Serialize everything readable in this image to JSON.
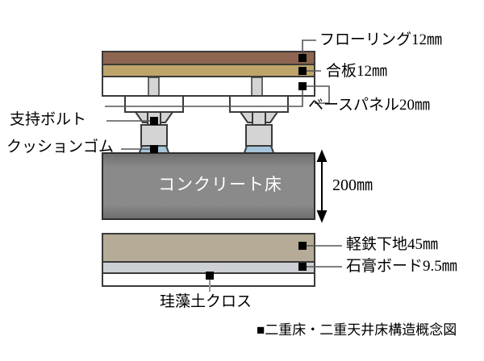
{
  "diagram": {
    "caption": "■二重床・二重天井床構造概念図",
    "colors": {
      "flooring": "#8d6551",
      "plywood": "#bfa469",
      "base_panel": "#ffffff",
      "concrete": "#808080",
      "concrete_dark": "#6f6f6f",
      "steel_substrate": "#b5ab96",
      "gypsum_board": "#ccd0d4",
      "diatom_cloth": "#ffffff",
      "bolt_metal": "#d4d4d4",
      "cushion_rubber": "#a6c4da",
      "outline": "#3a3a3a",
      "marker": "#000000"
    },
    "floor_assembly": {
      "layers": [
        {
          "name": "flooring",
          "label": "フローリング12㎜"
        },
        {
          "name": "plywood",
          "label": "合板12㎜"
        },
        {
          "name": "base-panel",
          "label": "ベースパネル20㎜"
        }
      ]
    },
    "support": {
      "bolt_label": "支持ボルト",
      "cushion_label": "クッションゴム"
    },
    "concrete": {
      "label": "コンクリート床",
      "thickness_label": "200㎜"
    },
    "ceiling_assembly": {
      "layers": [
        {
          "name": "steel-substrate",
          "label": "軽鉄下地45㎜"
        },
        {
          "name": "gypsum-board",
          "label": "石膏ボード9.5㎜"
        },
        {
          "name": "diatom-cloth",
          "label": "珪藻土クロス"
        }
      ]
    }
  }
}
